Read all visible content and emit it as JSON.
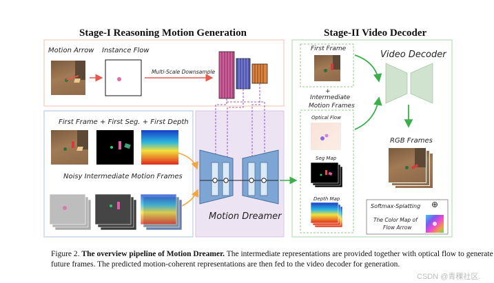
{
  "stage1": {
    "title": "Stage-I Reasoning Motion Generation"
  },
  "stage2": {
    "title": "Stage-II Video Decoder"
  },
  "labels": {
    "motion_arrow": "Motion Arrow",
    "instance_flow": "Instance Flow",
    "downsample": "Multi-Scale Downsample",
    "first_frame_set": "First Frame + First Seg. + First Depth",
    "noisy_frames": "Noisy Intermediate Motion Frames",
    "motion_dreamer": "Motion Dreamer",
    "first_frame": "First Frame",
    "plus": "+",
    "intermediate_line1": "Intermediate",
    "intermediate_line2": "Motion Frames",
    "optical_flow": "Optical Flow",
    "seg_map": "Seg Map",
    "depth_map": "Depth Map",
    "video_decoder": "Video Decoder",
    "rgb_frames": "RGB Frames",
    "softmax_splatting": "Softmax-Splatting",
    "oplus": "⊕",
    "color_map_line1": "The Color Map of",
    "color_map_line2": "Flow Arrow"
  },
  "caption": {
    "figure_num": "Figure 2.",
    "bold_title": "The overview pipeline of Motion Dreamer.",
    "line1_rest": "The intermediate representations are provided together with optical flow to generate",
    "line2": "future frames. The predicted motion-coherent representations are then fed to the video decoder for generation."
  },
  "watermark": "CSDN @青稞社区.",
  "colors": {
    "stage1_border": "#f3c7b6",
    "lower_left_border": "#b9cde3",
    "dreamer_bg": "#e8dff0",
    "stage2_border": "#b7dcb4",
    "unet_fill": "#7ea6d4",
    "green_arrow": "#3cae4a",
    "red_arrow": "#e65a4b",
    "purple_dash": "#9a5fd0",
    "pink_feature": "#d65a9c",
    "blue_feature": "#4f56b8",
    "orange_feature": "#e0823a",
    "decoder_fill": "#cfe3cf"
  }
}
